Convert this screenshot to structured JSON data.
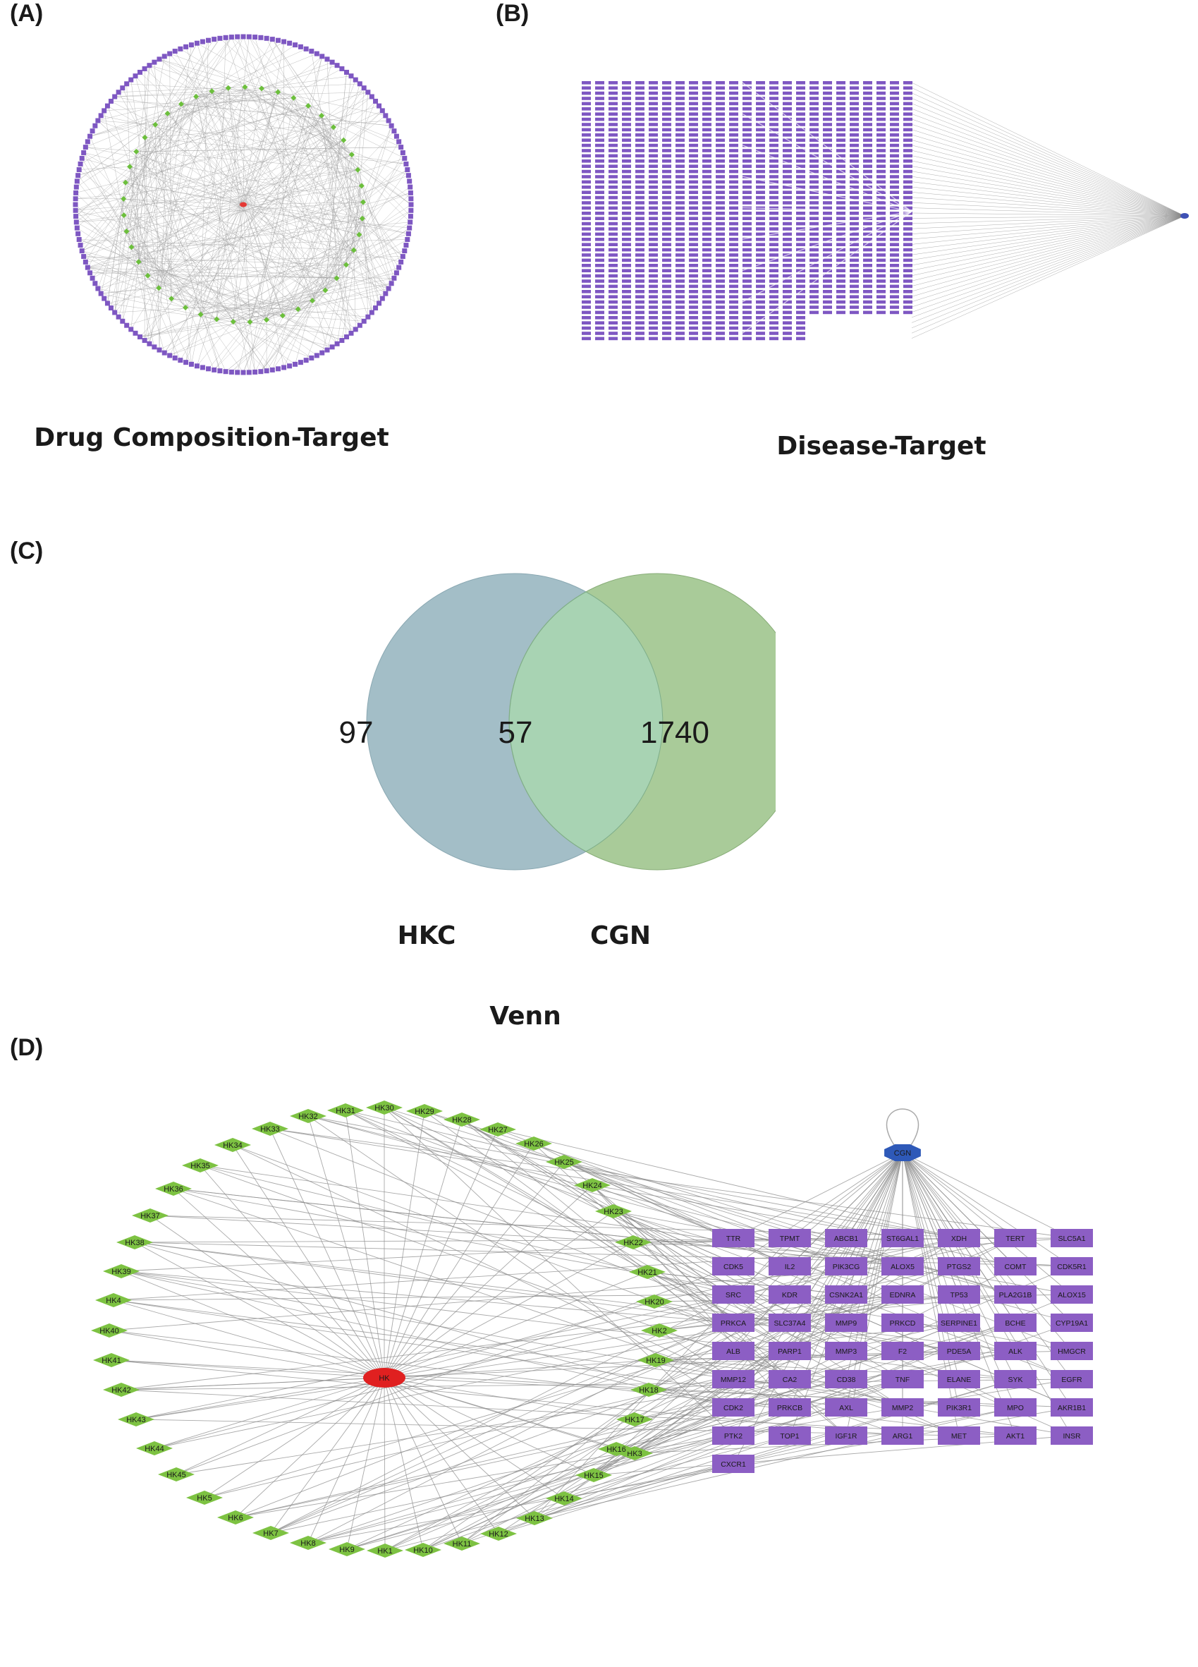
{
  "panels": {
    "a": {
      "label": "(A)",
      "caption": "Drug Composition-Target",
      "colors": {
        "ring": "#7e57c2",
        "inner": "#6cbf3c",
        "center": "#e53935",
        "edge": "#9e9e9e"
      }
    },
    "b": {
      "label": "(B)",
      "caption": "Disease-Target",
      "colors": {
        "node": "#7e57c2",
        "hub": "#3f51b5",
        "edge": "#8a8a8a"
      }
    },
    "c": {
      "label": "(C)",
      "caption": "Venn",
      "left_only": "97",
      "overlap": "57",
      "right_only": "1740",
      "left_set": "HKC",
      "right_set": "CGN",
      "colors": {
        "left": "#a3bec7",
        "right": "#a5c995",
        "overlap": "#a8d3b3"
      }
    },
    "d": {
      "label": "(D)",
      "hub_drug": "HK",
      "hub_disease": "CGN",
      "compounds": [
        "HK1",
        "HK2",
        "HK3",
        "HK4",
        "HK5",
        "HK6",
        "HK7",
        "HK8",
        "HK9",
        "HK10",
        "HK11",
        "HK12",
        "HK13",
        "HK14",
        "HK15",
        "HK16",
        "HK17",
        "HK18",
        "HK19",
        "HK20",
        "HK21",
        "HK22",
        "HK23",
        "HK24",
        "HK25",
        "HK26",
        "HK27",
        "HK28",
        "HK29",
        "HK30",
        "HK31",
        "HK32",
        "HK33",
        "HK34",
        "HK35",
        "HK36",
        "HK37",
        "HK38",
        "HK39",
        "HK40",
        "HK41",
        "HK42",
        "HK43",
        "HK44",
        "HK45"
      ],
      "targets": [
        [
          "TTR",
          "TPMT",
          "ABCB1",
          "ST6GAL1",
          "XDH",
          "TERT",
          "SLC5A1"
        ],
        [
          "CDK5",
          "IL2",
          "PIK3CG",
          "ALOX5",
          "PTGS2",
          "COMT",
          "CDK5R1"
        ],
        [
          "SRC",
          "KDR",
          "CSNK2A1",
          "EDNRA",
          "TP53",
          "PLA2G1B",
          "ALOX15"
        ],
        [
          "PRKCA",
          "SLC37A4",
          "MMP9",
          "PRKCD",
          "SERPINE1",
          "BCHE",
          "CYP19A1"
        ],
        [
          "ALB",
          "PARP1",
          "MMP3",
          "F2",
          "PDE5A",
          "ALK",
          "HMGCR"
        ],
        [
          "MMP12",
          "CA2",
          "CD38",
          "TNF",
          "ELANE",
          "SYK",
          "EGFR"
        ],
        [
          "CDK2",
          "PRKCB",
          "AXL",
          "MMP2",
          "PIK3R1",
          "MPO",
          "AKR1B1"
        ],
        [
          "PTK2",
          "TOP1",
          "IGF1R",
          "ARG1",
          "MET",
          "AKT1",
          "INSR"
        ],
        [
          "CXCR1"
        ]
      ],
      "colors": {
        "compound": "#7dc242",
        "target": "#8c5ec4",
        "drug_hub": "#e02020",
        "disease_hub": "#2e59b8",
        "edge": "#8c8c8c"
      }
    }
  }
}
